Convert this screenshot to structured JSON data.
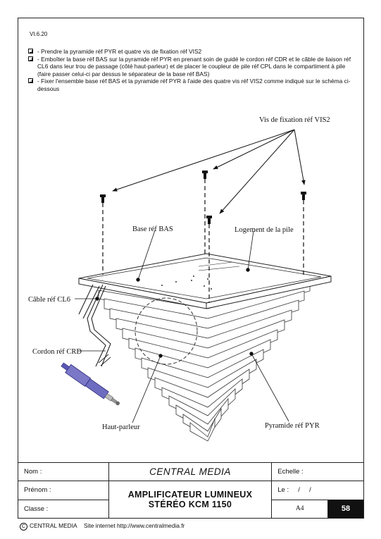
{
  "doc": {
    "ref": "VI.6.20",
    "steps": [
      "- Prendre la pyramide réf PYR et quatre vis de fixation réf VIS2",
      "- Emboîter la base réf BAS sur la pyramide réf PYR en prenant soin de guidé le cordon réf CDR et le câble de liaison réf CL6 dans leur trou de passage (côté haut-parleur) et de placer le coupleur de pile réf CPL dans le compartiment à pile (faire passer celui-ci par dessus le séparateur de la base réf BAS)",
      "- Fixer l'ensemble base réf BAS et la pyramide réf PYR à l'aide des quatre vis réf VIS2 comme indiqué sur le schéma ci-dessous"
    ]
  },
  "diagram": {
    "label_screws": "Vis de fixation réf VIS2",
    "label_base": "Base réf BAS",
    "label_battery": "Logement de la pile",
    "label_cable": "Câble réf CL6",
    "label_cord": "Cordon réf CRD",
    "label_speaker": "Haut-parleur",
    "label_pyramid": "Pyramide réf PYR"
  },
  "titleblock": {
    "name_label": "Nom :",
    "firstname_label": "Prénom :",
    "class_label": "Classe :",
    "company": "CENTRAL MEDIA",
    "title_line1": "AMPLIFICATEUR LUMINEUX",
    "title_line2": "STÉRÉO  KCM 1150",
    "scale_label": "Echelle :",
    "date_label": "Le :     /     /",
    "format": "A4",
    "page": "58"
  },
  "footer": {
    "copyright_symbol": "C",
    "company": "CENTRAL MEDIA",
    "site": "Site internet http://www.centralmedia.fr"
  }
}
